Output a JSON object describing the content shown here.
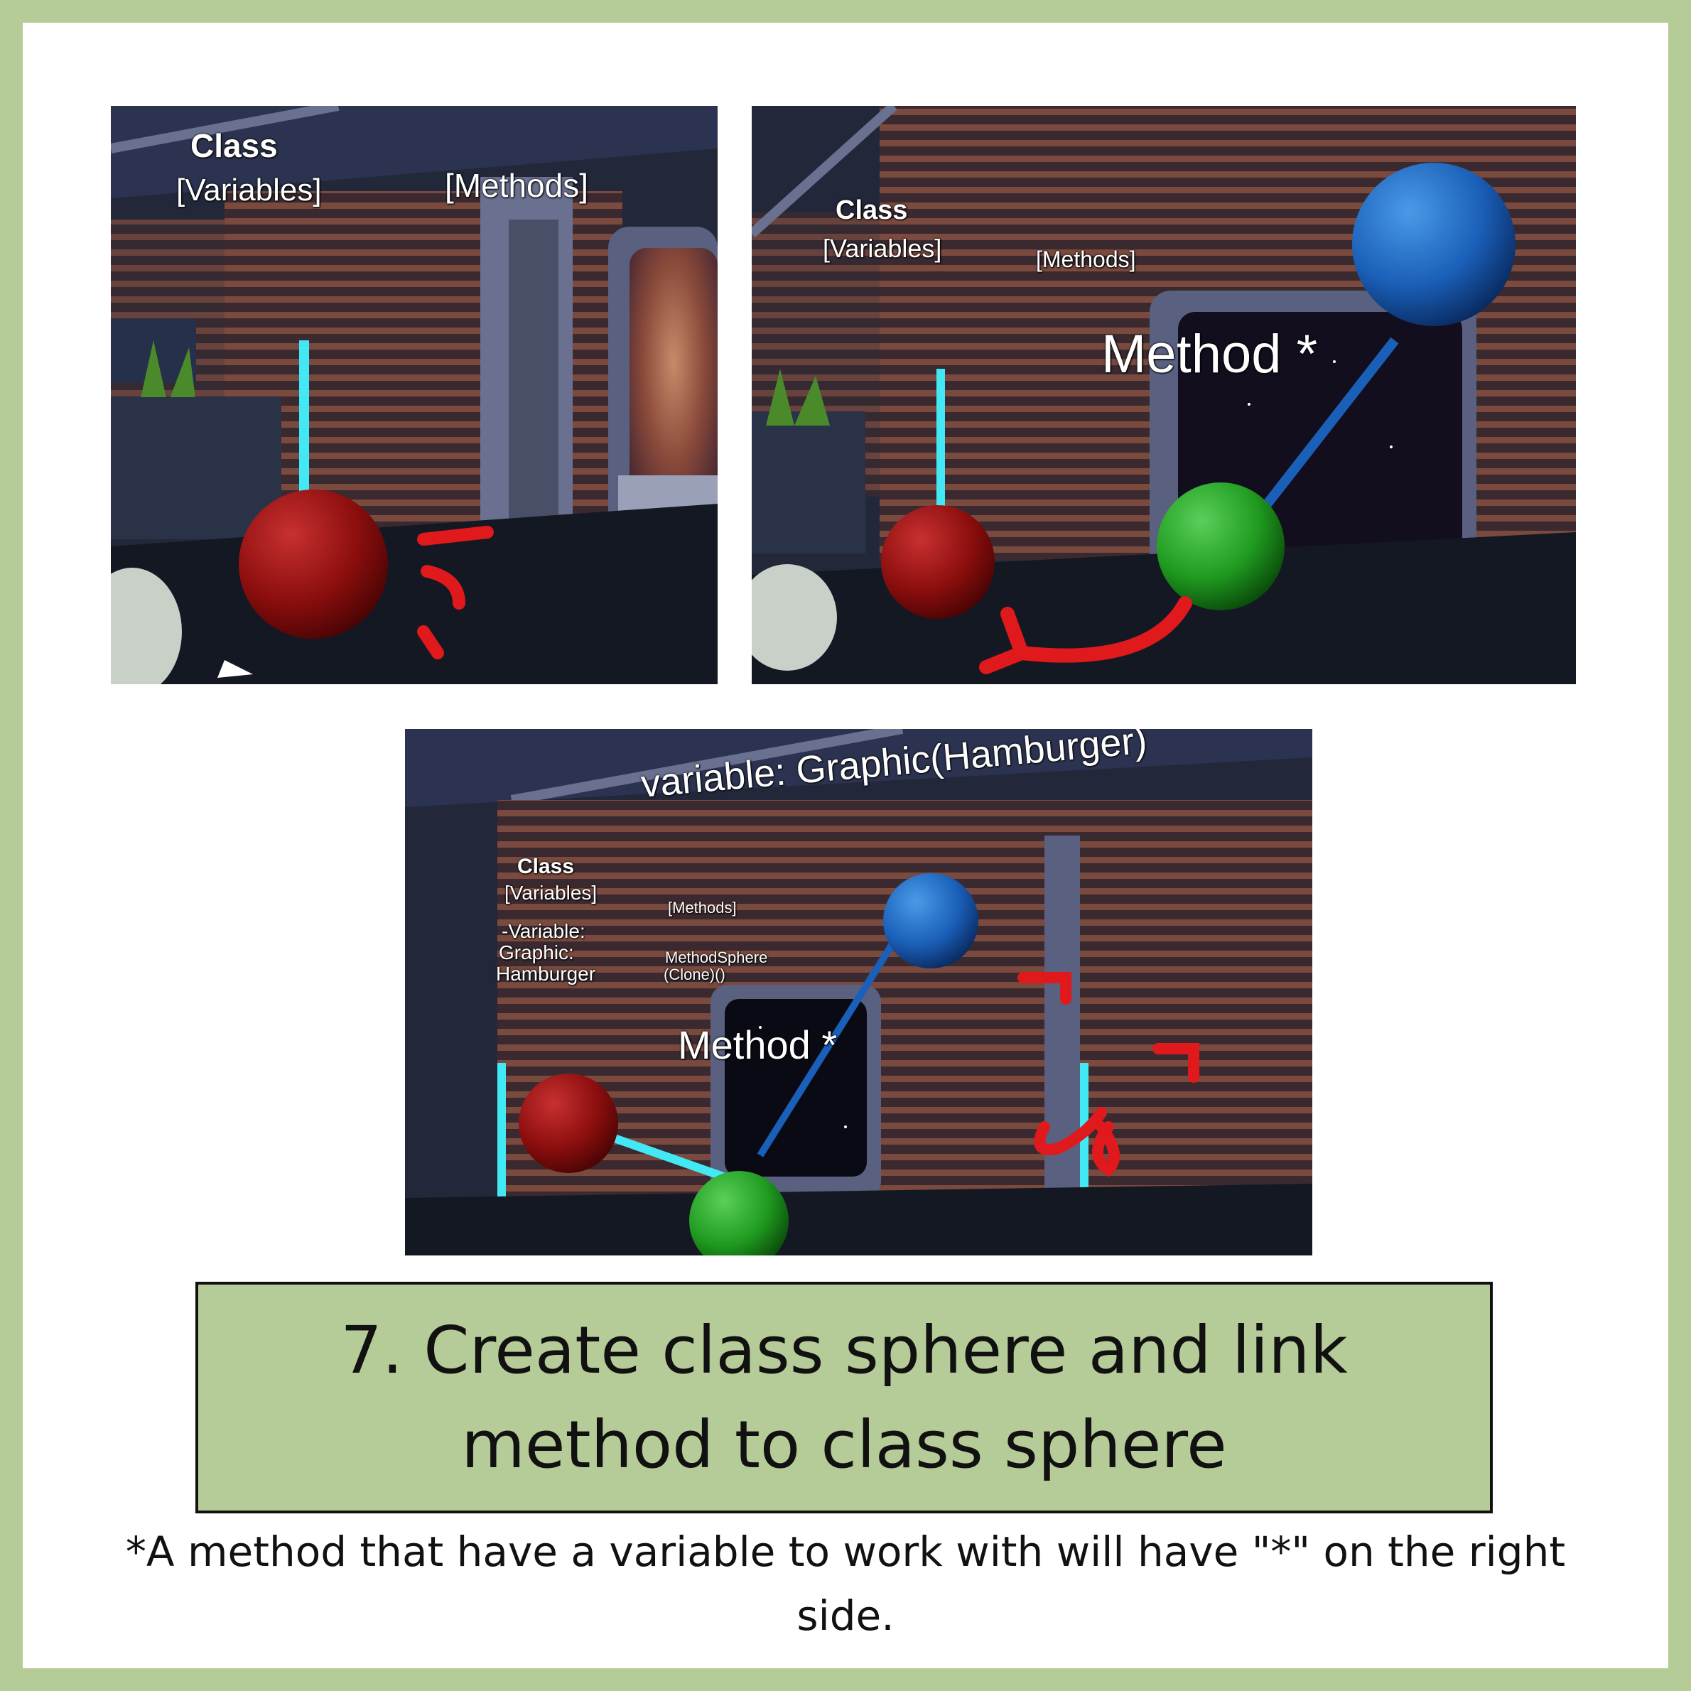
{
  "colors": {
    "frame": "#b5cc98",
    "caption_box": "#b5cc98",
    "class_sphere": "#9a1010",
    "method_sphere": "#1f9a1f",
    "variable_sphere": "#1a5fb8",
    "annotation": "#e0191c"
  },
  "shot1": {
    "class_label": "Class",
    "variables_label": "[Variables]",
    "methods_label": "[Methods]"
  },
  "shot2": {
    "class_label": "Class",
    "variables_label": "[Variables]",
    "methods_label": "[Methods]",
    "method_star_label": "Method *"
  },
  "shot3": {
    "variable_label": "variable: Graphic(Hamburger)",
    "class_label": "Class",
    "variables_label": "[Variables]",
    "variable_line1": "-Variable:",
    "variable_line2": "Graphic:",
    "variable_line3": "Hamburger",
    "methods_label": "[Methods]",
    "method_entry_line1": "MethodSphere",
    "method_entry_line2": "(Clone)()",
    "method_star_label": "Method *"
  },
  "caption": {
    "title": "7. Create class sphere and link method to class sphere",
    "note": "*A method that have a variable to work with will have \"*\" on the right side."
  }
}
